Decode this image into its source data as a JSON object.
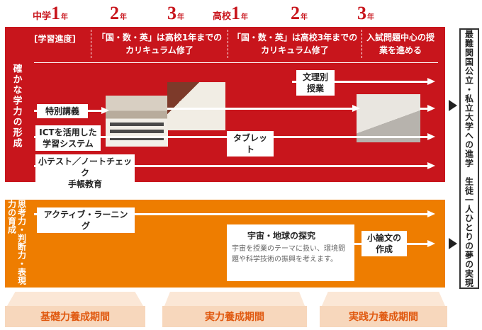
{
  "header": {
    "years": [
      {
        "prefix": "中学",
        "num": "1",
        "suffix": "年"
      },
      {
        "prefix": "",
        "num": "2",
        "suffix": "年"
      },
      {
        "prefix": "",
        "num": "3",
        "suffix": "年"
      },
      {
        "prefix": "高校",
        "num": "1",
        "suffix": "年"
      },
      {
        "prefix": "",
        "num": "2",
        "suffix": "年"
      },
      {
        "prefix": "",
        "num": "3",
        "suffix": "年"
      }
    ]
  },
  "red_section": {
    "side_label": "確かな学力の形成",
    "progress_label": "[学習進度]",
    "stage1": "「国・数・英」は高校1年までのカリキュラム修了",
    "stage2": "「国・数・英」は高校3年までのカリキュラム修了",
    "stage3": "入試問題中心の授業を進める",
    "items": {
      "bunri": "文理別\n授業",
      "tokubetsu": "特別講義",
      "ict": "ICTを活用した\n学習システム",
      "tablet": "タブレット",
      "shotest": "小テスト／ノートチェック\n手帳教育"
    }
  },
  "orange_section": {
    "side_label": "思考力・判断力・表現力の育成",
    "active": "アクティブ・ラーニング",
    "explore_title": "宇宙・地球の探究",
    "explore_desc": "宇宙を授業のテーマに扱い、環境問題や科学技術の振興を考えます。",
    "essay": "小論文の\n作成"
  },
  "goal": "最難関国公立・私立大学への進学　生徒一人ひとりの夢の実現",
  "periods": [
    "基礎力養成期間",
    "実力養成期間",
    "実践力養成期間"
  ]
}
